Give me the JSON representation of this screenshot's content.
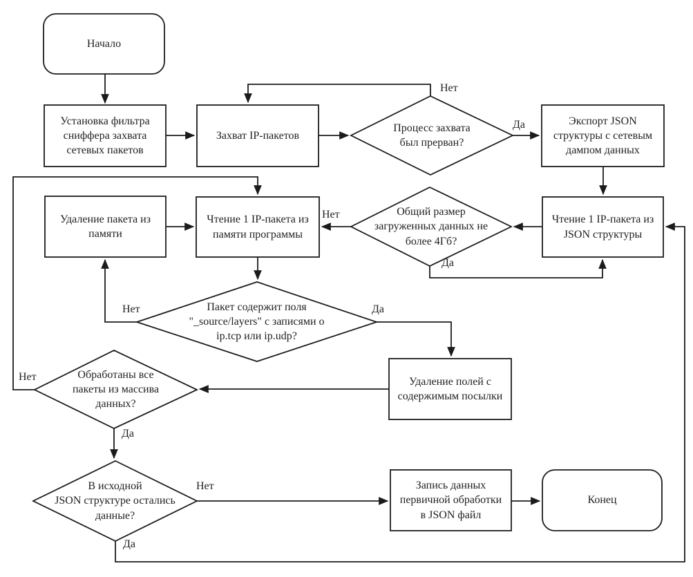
{
  "colors": {
    "line": "#1b1b1b",
    "background": "#ffffff",
    "text": "#1f1f1f"
  },
  "nodes": {
    "start": {
      "type": "terminator",
      "label": "Начало"
    },
    "set_filter": {
      "type": "process",
      "label": "Установка фильтра\nсниффера захвата\nсетевых пакетов"
    },
    "capture": {
      "type": "process",
      "label": "Захват IP-пакетов"
    },
    "interrupted": {
      "type": "decision",
      "label": "Процесс захвата\nбыл прерван?"
    },
    "export_json": {
      "type": "process",
      "label": "Экспорт JSON\nструктуры с сетевым\nдампом данных"
    },
    "read_json": {
      "type": "process",
      "label": "Чтение 1 IP-пакета из\nJSON структуры"
    },
    "size_check": {
      "type": "decision",
      "label": "Общий размер\nзагруженных данных не\nболее 4Гб?"
    },
    "read_memory": {
      "type": "process",
      "label": "Чтение 1 IP-пакета из\nпамяти программы"
    },
    "delete_packet": {
      "type": "process",
      "label": "Удаление пакета из\nпамяти"
    },
    "has_fields": {
      "type": "decision",
      "label": "Пакет содержит поля\n\"_source/layers\" с записями о\nip.tcp или ip.udp?"
    },
    "delete_fields": {
      "type": "process",
      "label": "Удаление полей с\nсодержимым посылки"
    },
    "all_processed": {
      "type": "decision",
      "label": "Обработаны все\nпакеты из массива\nданных?"
    },
    "json_remaining": {
      "type": "decision",
      "label": "В исходной\nJSON структуре остались\nданные?"
    },
    "write_json": {
      "type": "process",
      "label": "Запись данных\nпервичной обработки\nв JSON файл"
    },
    "end": {
      "type": "terminator",
      "label": "Конец"
    }
  },
  "edge_labels": {
    "interrupted_no": "Нет",
    "interrupted_yes": "Да",
    "size_no": "Нет",
    "size_yes": "Да",
    "fields_no": "Нет",
    "fields_yes": "Да",
    "processed_no": "Нет",
    "processed_yes": "Да",
    "remaining_no": "Нет",
    "remaining_yes": "Да"
  }
}
